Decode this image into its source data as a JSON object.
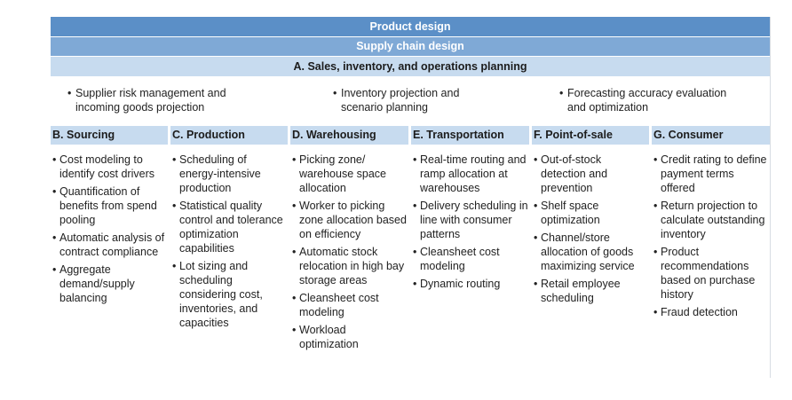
{
  "bands": {
    "product_design": "Product design",
    "supply_chain_design": "Supply chain design",
    "sop": "A. Sales, inventory, and operations planning"
  },
  "overall_items": [
    "Supplier risk management and incoming goods projection",
    "Inventory projection and scenario planning",
    "Forecasting accuracy evaluation and optimization"
  ],
  "columns": [
    {
      "title": "B. Sourcing",
      "items": [
        "Cost modeling to identify cost drivers",
        "Quantification of benefits from spend pooling",
        "Automatic analysis of contract compliance",
        "Aggregate demand/supply balancing"
      ]
    },
    {
      "title": "C. Production",
      "items": [
        "Scheduling of energy-intensive production",
        "Statistical quality control and tolerance optimization capabilities",
        "Lot sizing and scheduling considering cost, inventories, and capacities"
      ]
    },
    {
      "title": "D. Warehousing",
      "items": [
        "Picking zone/ warehouse space allocation",
        "Worker to picking zone allocation based on efficiency",
        "Automatic stock relocation in high bay storage areas",
        "Cleansheet cost modeling",
        "Workload optimization"
      ]
    },
    {
      "title": "E. Transportation",
      "items": [
        "Real-time routing and ramp allocation at warehouses",
        "Delivery scheduling in line with consumer patterns",
        "Cleansheet cost modeling",
        "Dynamic routing"
      ]
    },
    {
      "title": "F. Point-of-sale",
      "items": [
        "Out-of-stock detection and prevention",
        "Shelf space optimization",
        "Channel/store allocation of goods maximizing service",
        "Retail employee scheduling"
      ]
    },
    {
      "title": "G. Consumer",
      "items": [
        "Credit rating to define payment terms offered",
        "Return projection to calculate outstanding inventory",
        "Product recommendations based on purchase history",
        "Fraud detection"
      ]
    }
  ]
}
